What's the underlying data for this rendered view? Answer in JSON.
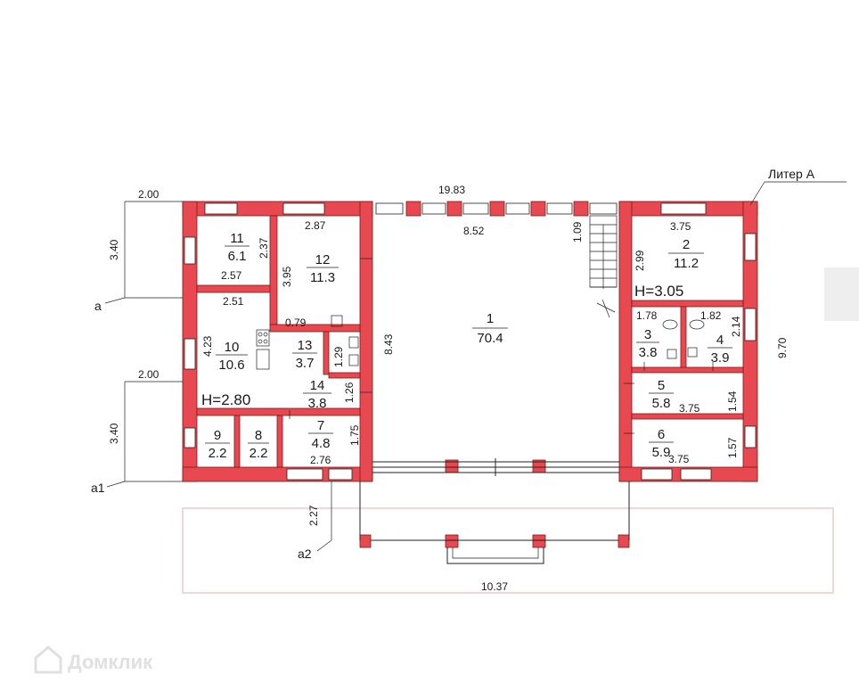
{
  "plan": {
    "liter_label": "Литер А",
    "overall_dims": {
      "top_width": "19.83",
      "hall_inner_width": "8.52",
      "right_height": "9.70",
      "bottom_width": "10.37",
      "left_top_offset": "2.00",
      "left_top_height": "3.40",
      "left_bottom_offset": "2.00",
      "left_bottom_height": "3.40",
      "porch_depth": "2.27"
    },
    "axis_marks": {
      "a": "а",
      "a1": "а1",
      "a2": "а2"
    },
    "heights": {
      "left_wing": "Н=2.80",
      "right_wing": "Н=3.05"
    },
    "rooms": [
      {
        "num": "1",
        "area": "70.4"
      },
      {
        "num": "2",
        "area": "11.2"
      },
      {
        "num": "3",
        "area": "3.8"
      },
      {
        "num": "4",
        "area": "3.9"
      },
      {
        "num": "5",
        "area": "5.8"
      },
      {
        "num": "6",
        "area": "5.9"
      },
      {
        "num": "7",
        "area": "4.8"
      },
      {
        "num": "8",
        "area": "2.2"
      },
      {
        "num": "9",
        "area": "2.2"
      },
      {
        "num": "10",
        "area": "10.6"
      },
      {
        "num": "11",
        "area": "6.1"
      },
      {
        "num": "12",
        "area": "11.3"
      },
      {
        "num": "13",
        "area": "3.7"
      },
      {
        "num": "14",
        "area": "3.8"
      }
    ],
    "room_dims": {
      "r11_w": "2.57",
      "r11_h": "2.37",
      "r12_w": "2.87",
      "r12_h": "3.95",
      "r10_w": "2.51",
      "r10_h": "4.23",
      "r13_w": "0.79",
      "r13_h": "1.29",
      "r14_h": "1.26",
      "r7_w": "2.76",
      "r7_h": "1.75",
      "hall_h": "8.43",
      "stair": "1.09",
      "r2_w": "3.75",
      "r2_h": "2.99",
      "r3_w": "1.78",
      "r4_w": "1.82",
      "r4_h": "2.14",
      "r5_w": "3.75",
      "r5_h": "1.54",
      "r6_w": "3.75",
      "r6_h": "1.57"
    },
    "watermark": "Домклик"
  }
}
